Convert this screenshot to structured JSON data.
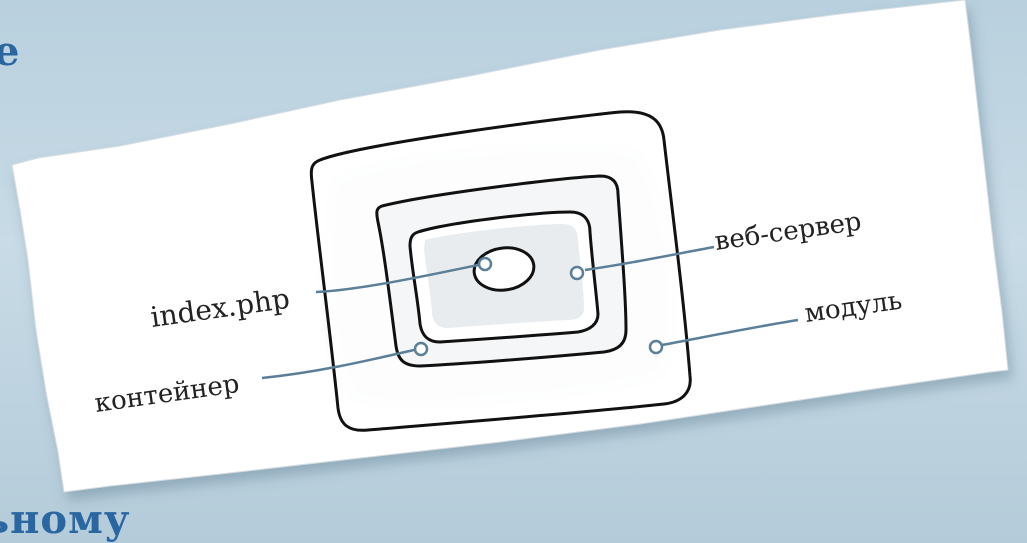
{
  "background": {
    "top_fragment": "e",
    "bottom_fragment": "ьному"
  },
  "diagram": {
    "labels": {
      "index_php": "index.php",
      "web_server": "веб-сервер",
      "container": "контейнер",
      "module": "модуль"
    },
    "colors": {
      "paper": "#ffffff",
      "outline": "#111111",
      "leader": "#5b7f98",
      "accent_text": "#2a66a0"
    }
  }
}
